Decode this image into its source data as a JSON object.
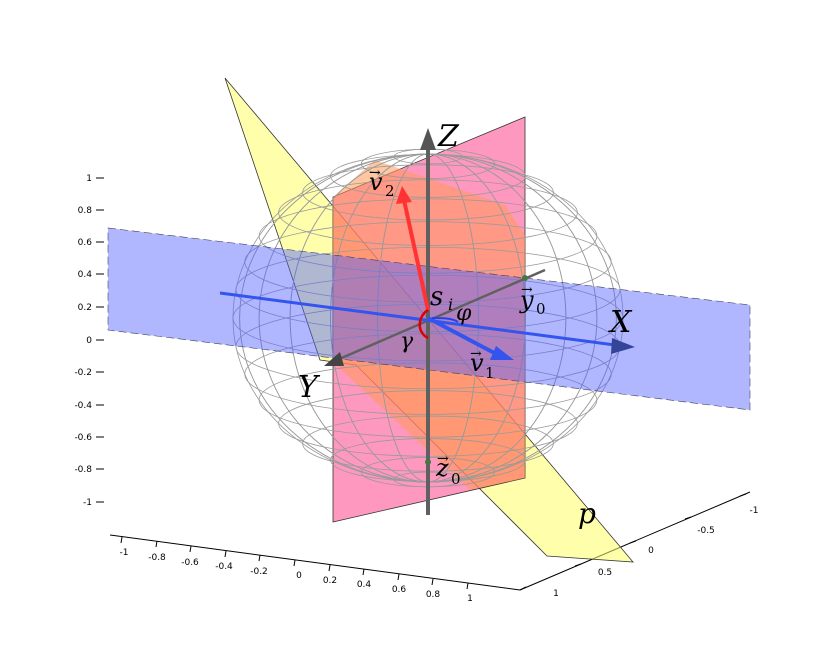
{
  "figure": {
    "background": "#ffffff",
    "colors": {
      "yellow_plane": "#ffff66",
      "pink_plane": "#ff4488",
      "orange_overlap": "#ff9955",
      "blue_plane": "#5060ff",
      "sphere_wire": "#9a9a9a",
      "axis_gray": "#606060",
      "vector_red": "#ff3333",
      "vector_blue": "#3355ee",
      "angle_red": "#dd0000"
    }
  },
  "axes": {
    "vertical_ticks": [
      "1",
      "0.8",
      "0.6",
      "0.4",
      "0.2",
      "0",
      "-0.2",
      "-0.4",
      "-0.6",
      "-0.8",
      "-1"
    ],
    "front_ticks": [
      "-1",
      "-0.8",
      "-0.6",
      "-0.4",
      "-0.2",
      "0",
      "0.2",
      "0.4",
      "0.6",
      "0.8",
      "1"
    ],
    "side_ticks": [
      "-1",
      "-0.5",
      "0",
      "0.5",
      "1"
    ]
  },
  "labels": {
    "z_axis": "Z",
    "x_axis": "X",
    "y_axis": "Y",
    "v2_base": "v",
    "v2_sub": "2",
    "v1_base": "v",
    "v1_sub": "1",
    "y0_base": "y",
    "y0_sub": "0",
    "z0_base": "z",
    "z0_sub": "0",
    "si_base": "s",
    "si_sub": "i",
    "phi": "φ",
    "gamma": "γ",
    "plane_p": "p",
    "arrow_accent": "→"
  }
}
